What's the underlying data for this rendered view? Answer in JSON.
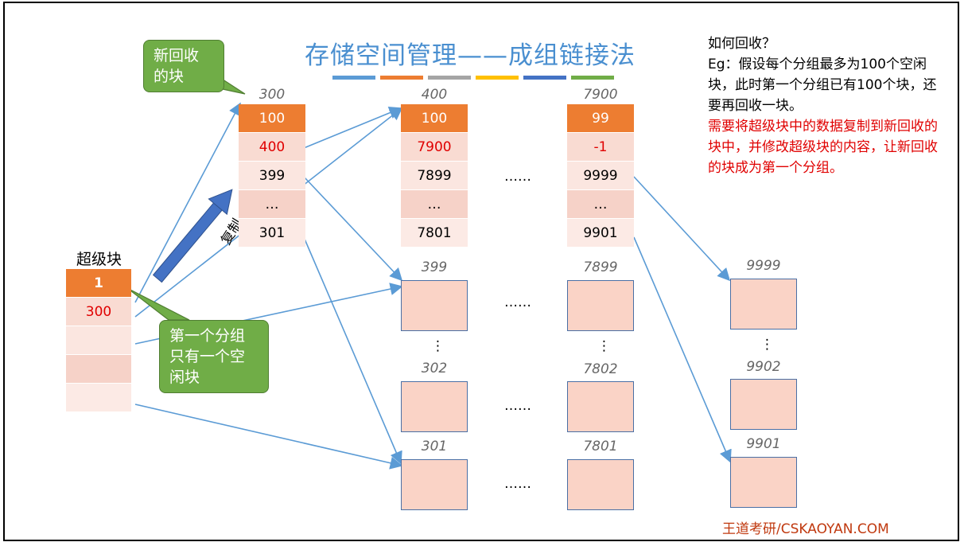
{
  "title": "存储空间管理——成组链接法",
  "stripe_colors": [
    "#5b9bd5",
    "#ed7d31",
    "#a5a5a5",
    "#ffc000",
    "#4472c4",
    "#70ad47"
  ],
  "callouts": {
    "new_block": "新回收\n的块",
    "first_group": "第一个分组\n只有一个空\n闲块"
  },
  "super_block": {
    "label": "超级块",
    "count": "1",
    "next": "300"
  },
  "copy_label": "复制",
  "group_300": {
    "header": "300",
    "cells": [
      "100",
      "400",
      "399",
      "…",
      "301"
    ]
  },
  "group_400": {
    "header": "400",
    "cells": [
      "100",
      "7900",
      "7899",
      "…",
      "7801"
    ]
  },
  "group_7900": {
    "header": "7900",
    "cells": [
      "99",
      "-1",
      "9999",
      "…",
      "9901"
    ]
  },
  "free_blocks": {
    "b399": "399",
    "b7899": "7899",
    "b9999": "9999",
    "b302": "302",
    "b7802": "7802",
    "b9902": "9902",
    "b301": "301",
    "b7801": "7801",
    "b9901": "9901"
  },
  "ellipsis_h": "……",
  "ellipsis_v": "⋮",
  "right_panel": {
    "line1": "如何回收？",
    "line2": "Eg：假设每个分组最多为100个空闲块，此时第一个分组已有100个块，还要再回收一块。",
    "line3": "需要将超级块中的数据复制到新回收的块中，并修改超级块的内容，让新回收的块成为第一个分组。"
  },
  "footer": "王道考研/CSKAOYAN.COM",
  "colors": {
    "accent_blue": "#4a8fd0",
    "orange": "#ed7d31",
    "green": "#70ad47",
    "red": "#e00000",
    "arrow": "#5b9bd5"
  }
}
